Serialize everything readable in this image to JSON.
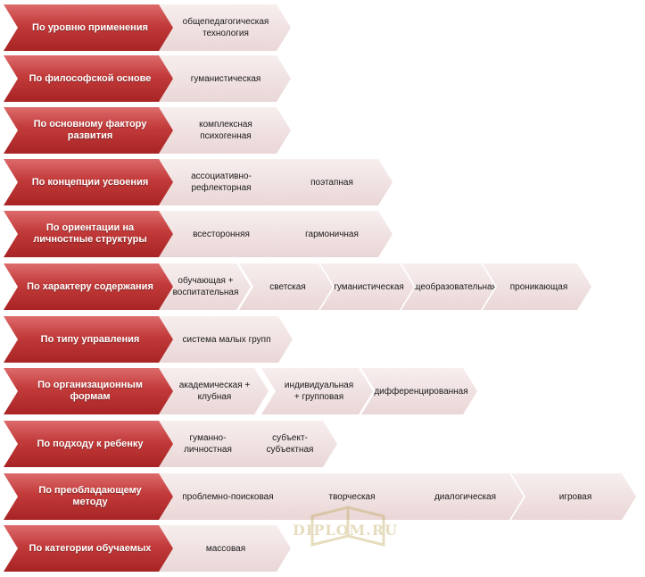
{
  "colors": {
    "accent": "#c23a3a",
    "chevron_fill": "#ead6d6",
    "watermark": "#b8a04a"
  },
  "rows": [
    {
      "head": "По уровню применения",
      "items": [
        "общепедагогическая технология"
      ]
    },
    {
      "head": "По философской основе",
      "items": [
        "гуманистическая"
      ]
    },
    {
      "head": "По основному фактору развития",
      "items": [
        "комплексная психогенная"
      ]
    },
    {
      "head": "По концепции усвоения",
      "items": [
        "ассоциативно-рефлекторная",
        "поэтапная"
      ]
    },
    {
      "head": "По ориентации на личностные структуры",
      "items": [
        "всесторонняя",
        "гармоничная"
      ]
    },
    {
      "head": "По характеру содержания",
      "items": [
        "обучающая + воспитательная",
        "светская",
        "гуманистическая",
        "общеобразовательная",
        "проникающая"
      ]
    },
    {
      "head": "По типу управления",
      "items": [
        "система малых групп"
      ]
    },
    {
      "head": "По организационным формам",
      "items": [
        "академическая + клубная",
        "индивидуальная + групповая",
        "дифференцированная"
      ]
    },
    {
      "head": "По подходу к ребенку",
      "items": [
        "гуманно-личностная",
        "субъект-субъектная"
      ]
    },
    {
      "head": "По преобладающему методу",
      "items": [
        "проблемно-поисковая",
        "творческая",
        "диалогическая",
        "игровая"
      ]
    },
    {
      "head": "По категории обучаемых",
      "items": [
        "массовая"
      ]
    }
  ],
  "watermark": {
    "text": "DIPLOM.RU"
  }
}
